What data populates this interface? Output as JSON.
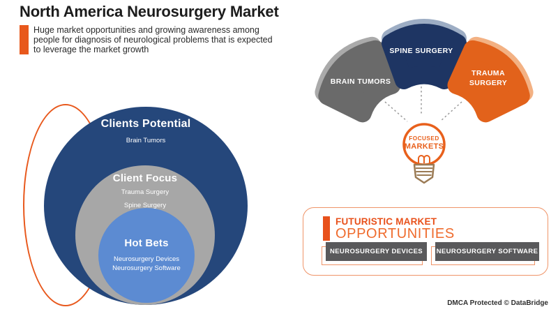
{
  "header": {
    "title": "North America Neurosurgery Market",
    "subtitle_lines": [
      "Huge market opportunities and growing awareness among",
      "people for diagnosis of neurological problems that is expected",
      "to leverage the market growth"
    ]
  },
  "segmentation": {
    "outer": {
      "title": "Clients Potential",
      "item": "Brain Tumors"
    },
    "middle": {
      "title": "Client Focus",
      "items": [
        "Trauma Surgery",
        "Spine Surgery"
      ]
    },
    "inner": {
      "title": "Hot Bets",
      "items": [
        "Neurosurgery Devices",
        "Neurosurgery Software"
      ]
    }
  },
  "fan": {
    "petals": [
      {
        "label": "BRAIN TUMORS"
      },
      {
        "label": "SPINE SURGERY"
      },
      {
        "label_line1": "TRAUMA",
        "label_line2": "SURGERY"
      }
    ],
    "hub": {
      "line1": "FOCUSED",
      "line2": "MARKETS"
    }
  },
  "opportunities": {
    "heading_line1": "FUTURISTIC MARKET",
    "heading_line2": "OPPORTUNITIES",
    "buttons": [
      "NEUROSURGERY DEVICES",
      "NEUROSURGERY SOFTWARE"
    ]
  },
  "footer": {
    "text": "DMCA Protected © DataBridge"
  },
  "colors": {
    "accent_orange": "#E8581C",
    "circle_navy": "#25477B",
    "circle_gray": "#A7A7A7",
    "circle_light_blue": "#5C8BD2",
    "petal_gray": "#6A6A6A",
    "petal_navy": "#1E3563",
    "petal_orange": "#E2621B",
    "button_gray": "#59595B",
    "bulb_base_brown": "#9B7B55"
  }
}
